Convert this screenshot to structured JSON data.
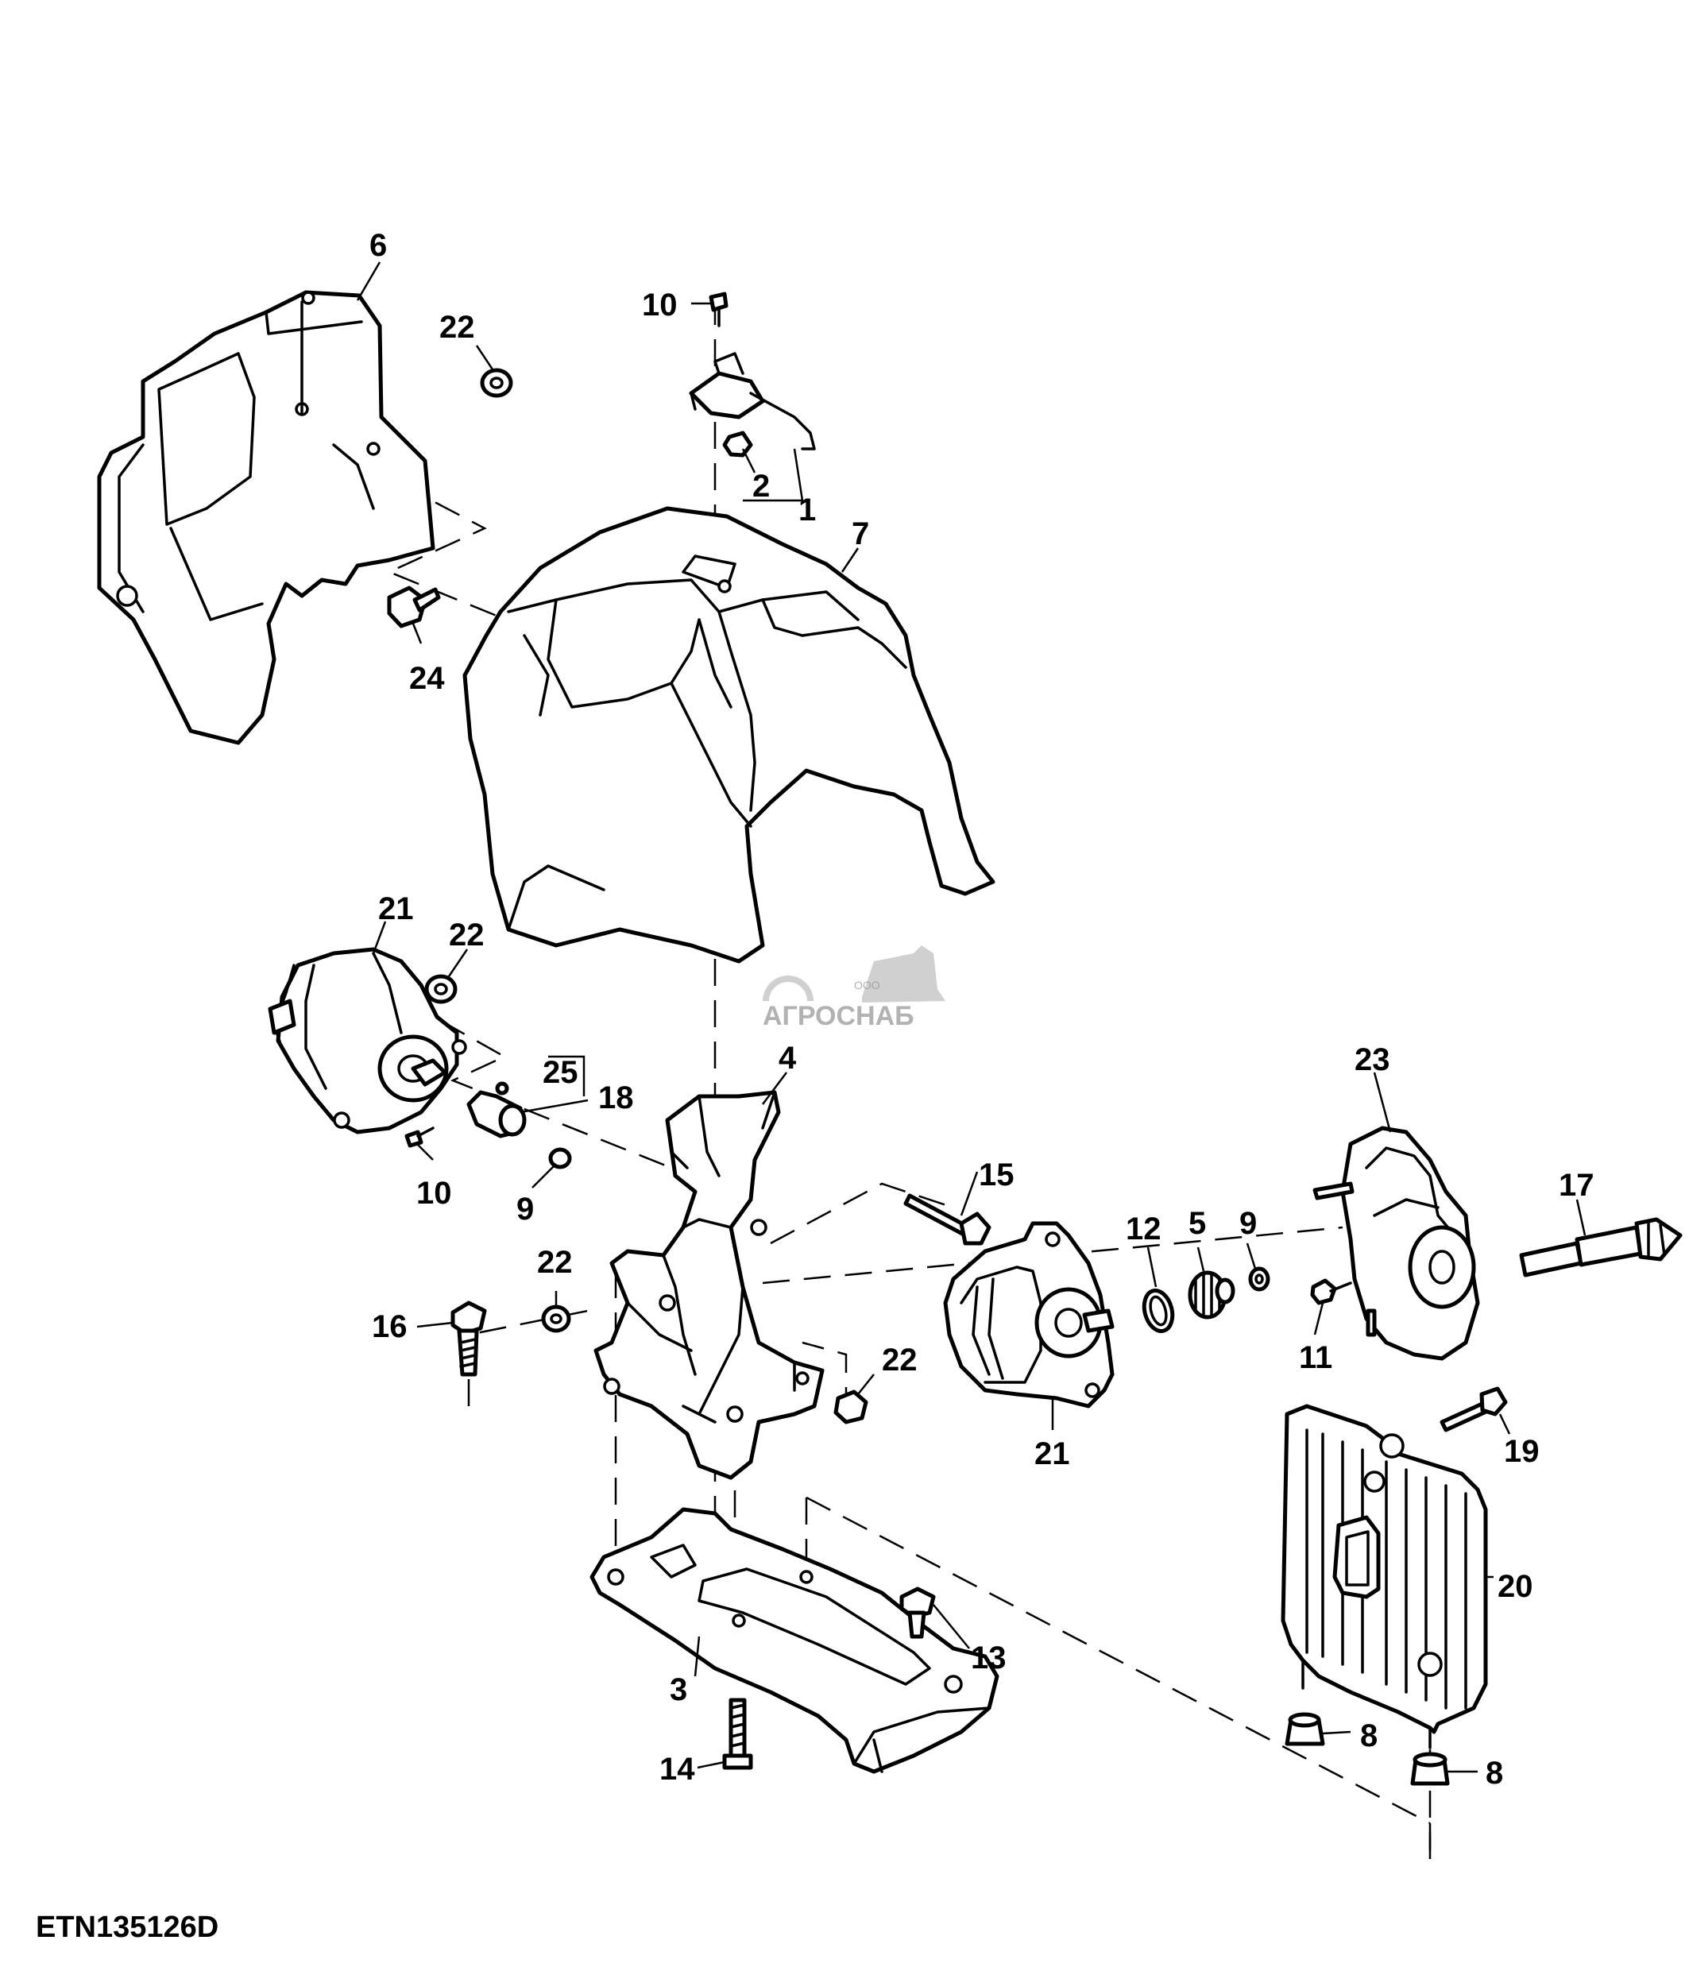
{
  "figure": {
    "id": "ETN135126D"
  },
  "watermark": {
    "prefix": "ООО",
    "name": "АГРОСНАБ",
    "color": "#8a8a8a"
  },
  "callouts": {
    "c1": "1",
    "c2": "2",
    "c3": "3",
    "c4": "4",
    "c5": "5",
    "c6": "6",
    "c7": "7",
    "c8a": "8",
    "c8b": "8",
    "c9a": "9",
    "c9b": "9",
    "c10a": "10",
    "c10b": "10",
    "c11": "11",
    "c12": "12",
    "c13": "13",
    "c14": "14",
    "c15": "15",
    "c16": "16",
    "c17": "17",
    "c18": "18",
    "c19": "19",
    "c20": "20",
    "c21a": "21",
    "c21b": "21",
    "c22a": "22",
    "c22b": "22",
    "c22c": "22",
    "c22d": "22",
    "c23": "23",
    "c24": "24",
    "c25": "25"
  }
}
